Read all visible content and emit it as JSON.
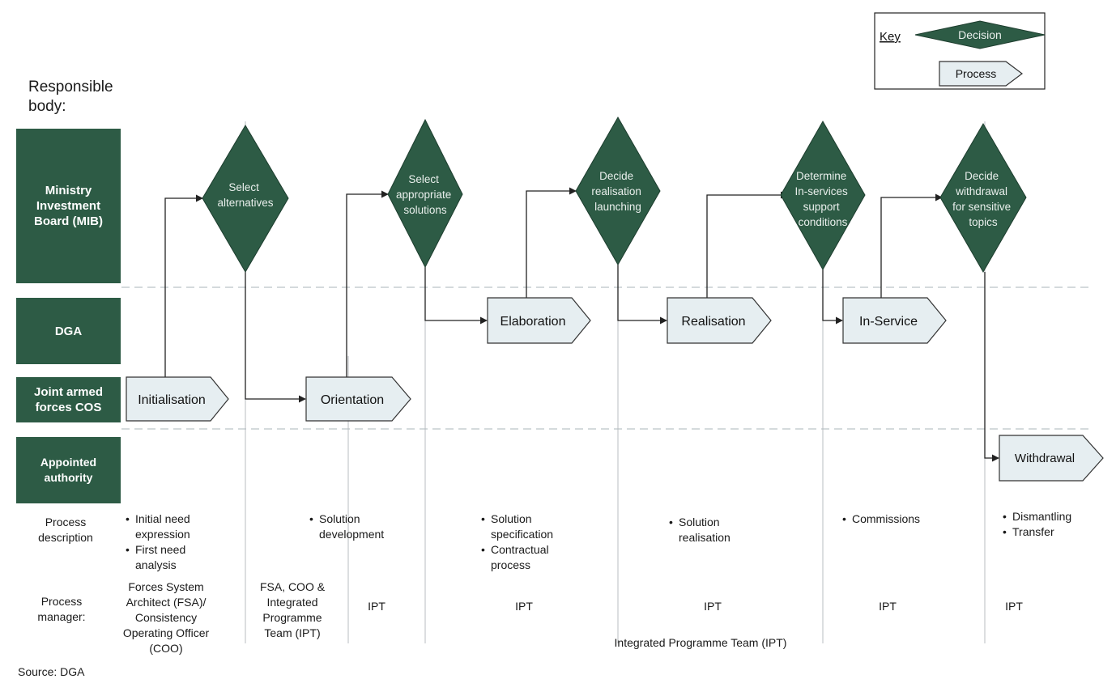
{
  "responsible_body_title": "Responsible body:",
  "lanes": [
    {
      "id": "mib",
      "label": "Ministry Investment Board (MIB)"
    },
    {
      "id": "dga",
      "label": "DGA"
    },
    {
      "id": "cos",
      "label": "Joint armed forces COS"
    },
    {
      "id": "aa",
      "label": "Appointed authority"
    }
  ],
  "decisions": [
    {
      "id": "select-alternatives",
      "lines": [
        "Select",
        "alternatives"
      ]
    },
    {
      "id": "select-appropriate-solutions",
      "lines": [
        "Select",
        "appropriate",
        "solutions"
      ]
    },
    {
      "id": "decide-realisation-launching",
      "lines": [
        "Decide",
        "realisation",
        "launching"
      ]
    },
    {
      "id": "determine-in-services-support-conditions",
      "lines": [
        "Determine",
        "In-services",
        "support",
        "conditions"
      ]
    },
    {
      "id": "decide-withdrawal",
      "lines": [
        "Decide",
        "withdrawal",
        "for sensitive",
        "topics"
      ]
    }
  ],
  "processes": [
    {
      "id": "initialisation",
      "label": "Initialisation"
    },
    {
      "id": "orientation",
      "label": "Orientation"
    },
    {
      "id": "elaboration",
      "label": "Elaboration"
    },
    {
      "id": "realisation",
      "label": "Realisation"
    },
    {
      "id": "in-service",
      "label": "In-Service"
    },
    {
      "id": "withdrawal",
      "label": "Withdrawal"
    }
  ],
  "key": {
    "title": "Key",
    "decision": "Decision",
    "process": "Process"
  },
  "process_description_label": [
    "Process",
    "description"
  ],
  "process_manager_label": [
    "Process",
    "manager:"
  ],
  "descriptions": [
    {
      "id": "initialisation",
      "items": [
        [
          "Initial need",
          "expression"
        ],
        [
          "First need",
          "analysis"
        ]
      ]
    },
    {
      "id": "orientation",
      "items": [
        [
          "Solution",
          "development"
        ]
      ]
    },
    {
      "id": "elaboration",
      "items": [
        [
          "Solution",
          "specification"
        ],
        [
          "Contractual",
          "process"
        ]
      ]
    },
    {
      "id": "realisation",
      "items": [
        [
          "Solution",
          "realisation"
        ]
      ]
    },
    {
      "id": "in-service",
      "items": [
        [
          "Commissions"
        ]
      ]
    },
    {
      "id": "withdrawal",
      "items": [
        [
          "Dismantling"
        ],
        [
          "Transfer"
        ]
      ]
    }
  ],
  "managers": [
    {
      "id": "fsa-coo",
      "lines": [
        "Forces System",
        "Architect (FSA)/",
        "Consistency",
        "Operating Officer",
        "(COO)"
      ]
    },
    {
      "id": "fsa-coo-ipt",
      "lines": [
        "FSA, COO &",
        "Integrated",
        "Programme",
        "Team (IPT)"
      ]
    },
    {
      "id": "ipt-1",
      "lines": [
        "IPT"
      ]
    },
    {
      "id": "ipt-2",
      "lines": [
        "IPT"
      ]
    },
    {
      "id": "ipt-3",
      "lines": [
        "IPT"
      ]
    },
    {
      "id": "ipt-4",
      "lines": [
        "IPT"
      ]
    },
    {
      "id": "ipt-5",
      "lines": [
        "IPT"
      ]
    }
  ],
  "ipt_footer": "Integrated Programme Team (IPT)",
  "source": "Source: DGA",
  "colors": {
    "decision_fill": "#2d5b45",
    "process_fill": "#e6eef1",
    "lane_fill": "#2d5b45",
    "line": "#333333"
  }
}
